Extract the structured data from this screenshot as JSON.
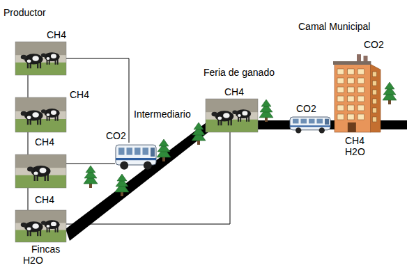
{
  "diagram": {
    "nodes": [
      {
        "text": [
          "Productor",
          "CH4"
        ]
      },
      {
        "text": [
          "CH4"
        ]
      },
      {
        "text": [
          "CH4"
        ]
      },
      {
        "text": [
          "CH4",
          "Fincas",
          "H2O"
        ]
      },
      {
        "text": [
          "Intermediario",
          "CO2"
        ]
      },
      {
        "text": [
          "Feria de ganado",
          "CH4"
        ]
      },
      {
        "text": [
          "CO2"
        ]
      },
      {
        "text": [
          "Camal Municipal",
          "CO2",
          "CH4",
          "H2O"
        ]
      }
    ],
    "edges": [
      {
        "from": 0,
        "to": 1,
        "arrow": "none"
      },
      {
        "from": 1,
        "to": 2,
        "arrow": "none"
      },
      {
        "from": 2,
        "to": 3,
        "arrow": "none"
      },
      {
        "from": 0,
        "to": 4,
        "arrow": "none"
      },
      {
        "from": 2,
        "to": 4,
        "arrow": "none"
      },
      {
        "from": 3,
        "to": 5,
        "arrow": "none"
      }
    ]
  }
}
